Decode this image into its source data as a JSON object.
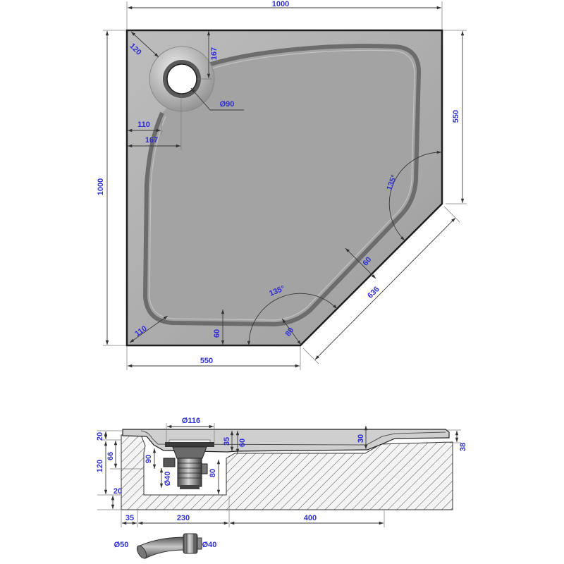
{
  "plan": {
    "overall_width": "1000",
    "overall_depth": "1000",
    "right_side": "550",
    "front_side": "550",
    "diagonal_side": "636",
    "corner_to_drain": "120",
    "drain_from_back": "167",
    "drain_diameter": "Ø90",
    "channel_from_left": "110",
    "drain_from_left": "167",
    "angle_right": "135°",
    "diagonal_rim": "60",
    "angle_front": "135°",
    "corner_rim": "80",
    "front_rim": "60",
    "front_left_rim": "110"
  },
  "section": {
    "drain_top_diameter": "Ø116",
    "rim_height_left": "20",
    "depth_66": "66",
    "total_height": "120",
    "drain_height": "90",
    "rim_35": "35",
    "rim_60": "60",
    "rim_30": "30",
    "rim_height_right": "38",
    "outlet_diameter": "Ø40",
    "outlet_height": "80",
    "foot_height": "20",
    "offset_35": "35",
    "span_230": "230",
    "span_400": "400"
  },
  "siphon": {
    "inlet_diameter": "Ø50",
    "outlet_diameter": "Ø40"
  },
  "colors": {
    "dimension_text": "#2f2fd6",
    "dimension_line": "#3a3a3a",
    "tray_fill": "#a9a9a9"
  }
}
